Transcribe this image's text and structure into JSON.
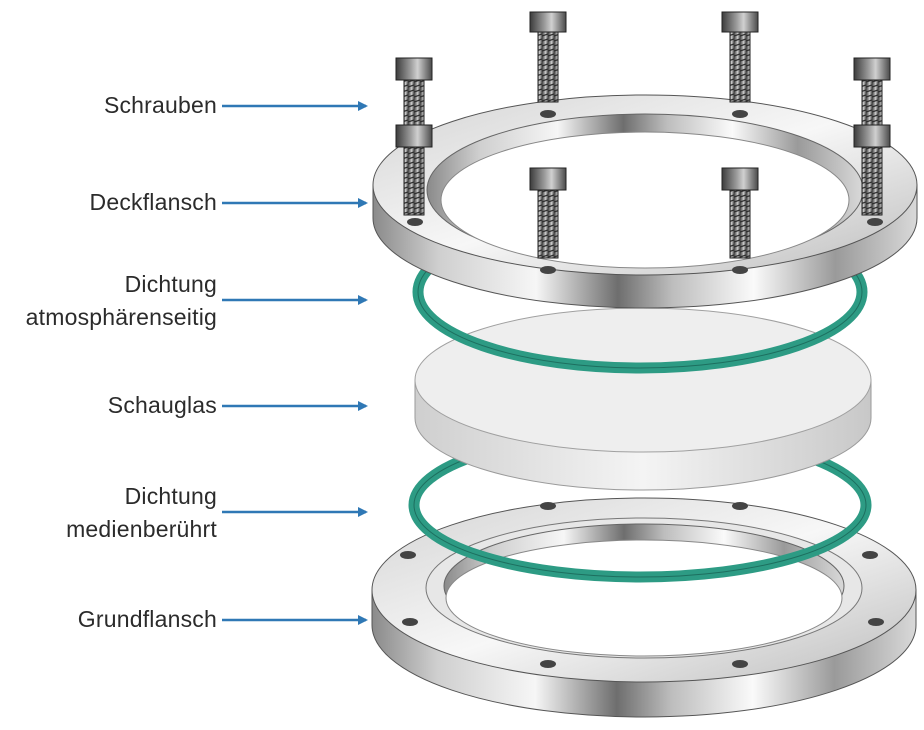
{
  "labels": {
    "screws": "Schrauben",
    "cover_flange": "Deckflansch",
    "gasket_atmo_line1": "Dichtung",
    "gasket_atmo_line2": "atmosphärenseitig",
    "sight_glass": "Schauglas",
    "gasket_media_line1": "Dichtung",
    "gasket_media_line2": "medienberührt",
    "base_flange": "Grundflansch"
  },
  "colors": {
    "arrow": "#2f78b5",
    "gasket": "#2d9b84",
    "steel_dark": "#6f6f6f",
    "steel_light": "#f2f2f2",
    "glass": "#dcdcdc"
  }
}
